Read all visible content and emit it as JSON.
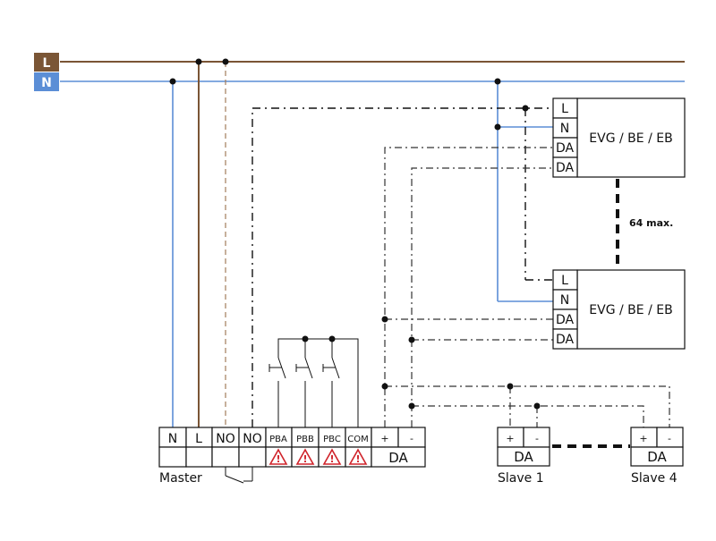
{
  "colors": {
    "L": "#7a5535",
    "N": "#5b8ed6",
    "warning": "#d0242b"
  },
  "mains": {
    "L_label": "L",
    "N_label": "N"
  },
  "drivers": [
    {
      "terminals": [
        "L",
        "N",
        "DA",
        "DA"
      ],
      "label": "EVG / BE / EB"
    },
    {
      "terminals": [
        "L",
        "N",
        "DA",
        "DA"
      ],
      "label": "EVG / BE / EB"
    }
  ],
  "max_note": "64 max.",
  "master": {
    "terminals": [
      "N",
      "L",
      "NO",
      "NO",
      "PBA",
      "PBB",
      "PBC",
      "COM",
      "+",
      "-"
    ],
    "bus_label": "DA",
    "warning_icon": "warning-triangle-icon",
    "warning_glyph": "!",
    "caption": "Master"
  },
  "slaves": [
    {
      "terminals": [
        "+",
        "-"
      ],
      "bus_label": "DA",
      "caption": "Slave 1"
    },
    {
      "terminals": [
        "+",
        "-"
      ],
      "bus_label": "DA",
      "caption": "Slave 4"
    }
  ]
}
